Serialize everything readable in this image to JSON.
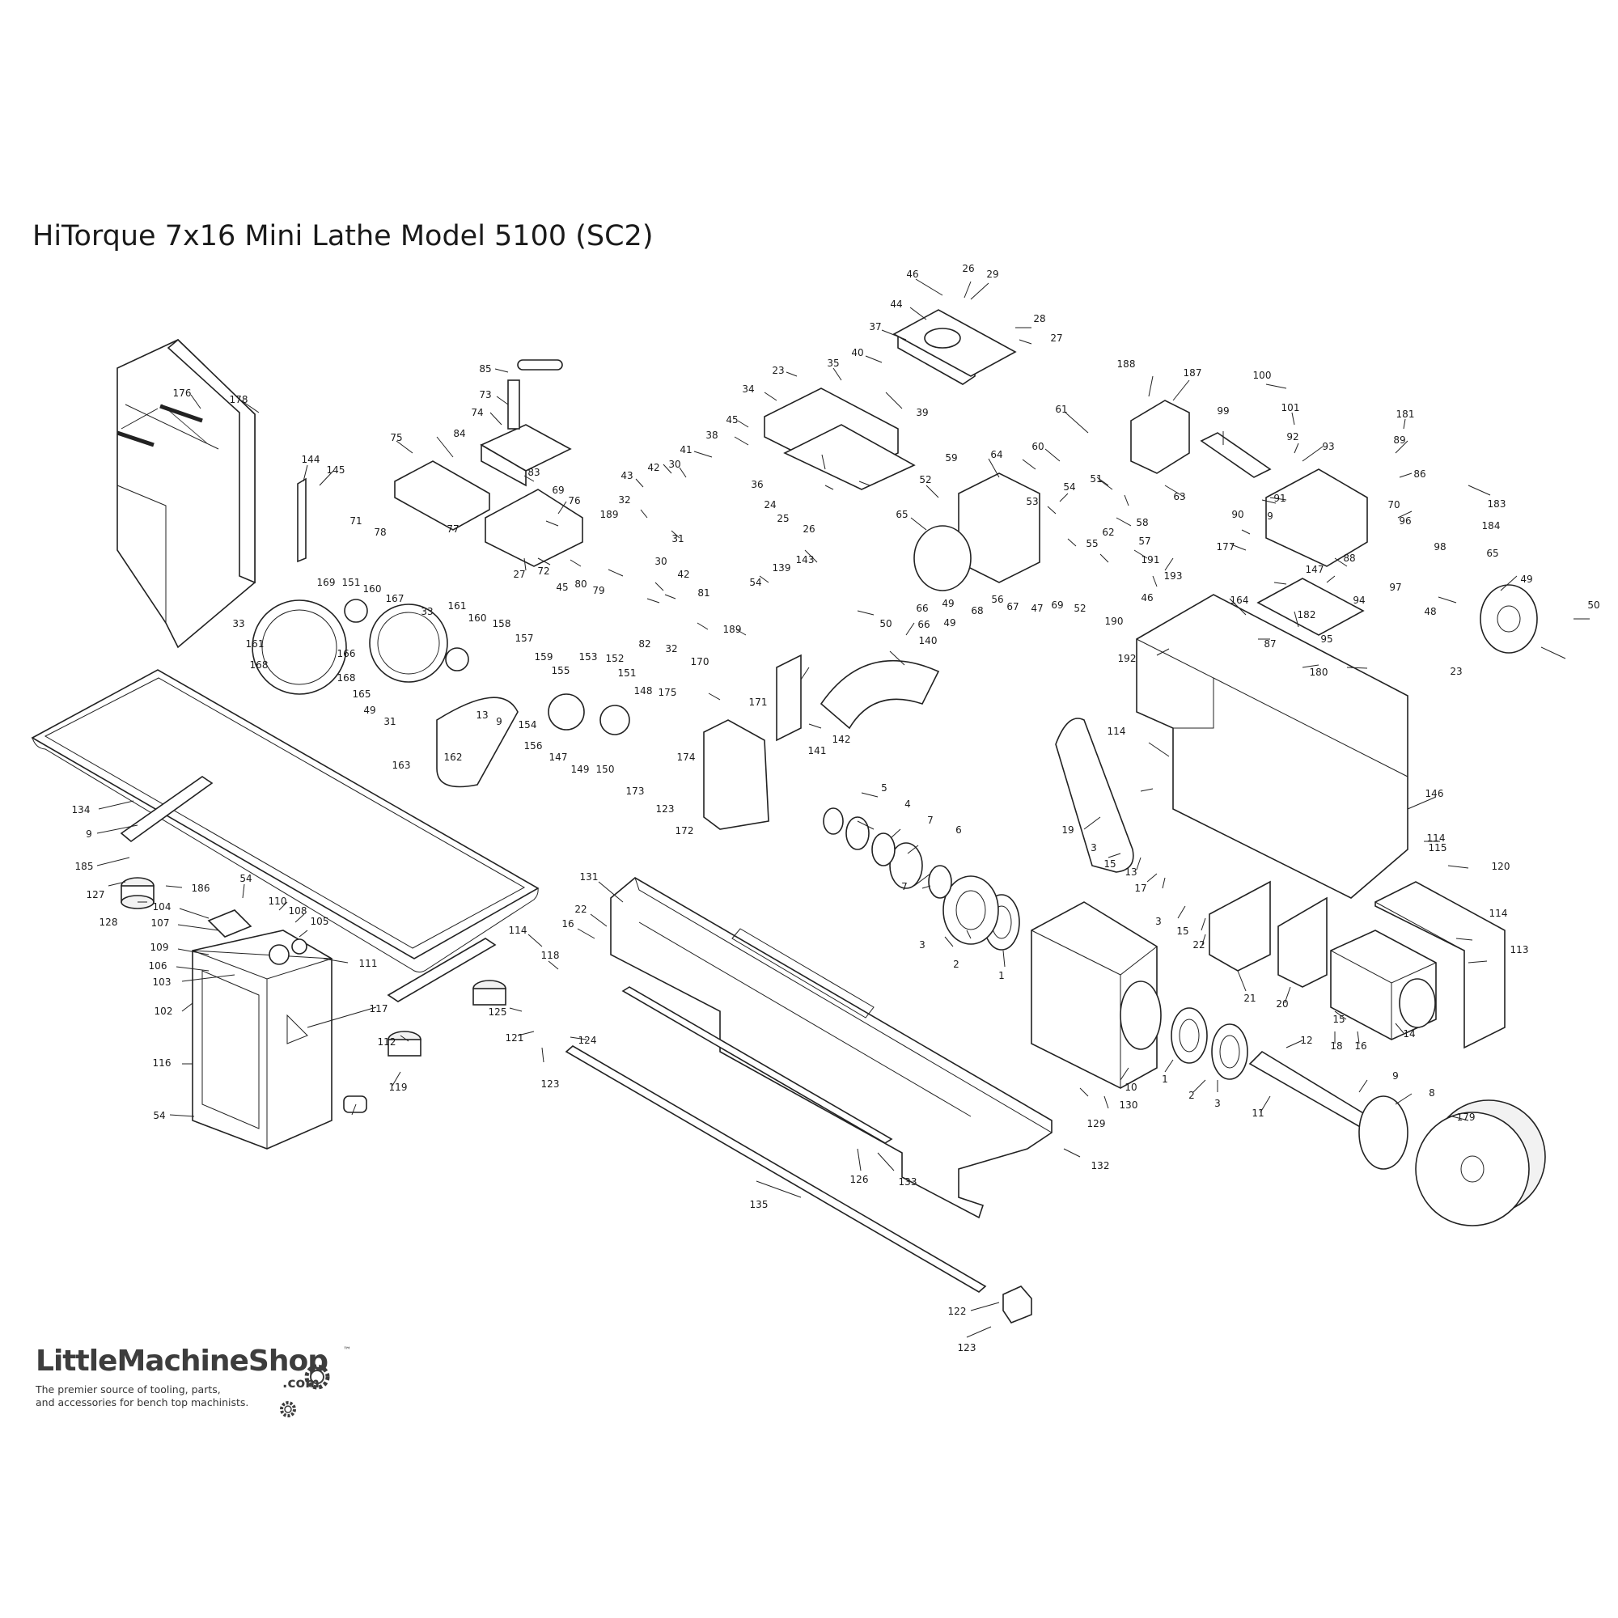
{
  "title": "HiTorque 7x16 Mini Lathe Model 5100 (SC2)",
  "logo": {
    "name": "LittleMachineShop",
    "tm": "™",
    "suffix": ".com",
    "tagline": "The premier source of tooling, parts,\nand accessories for bench top machinists."
  },
  "callouts": [
    {
      "id": "c46a",
      "label": "46"
    },
    {
      "id": "c26a",
      "label": "26"
    },
    {
      "id": "c29",
      "label": "29"
    },
    {
      "id": "c44",
      "label": "44"
    },
    {
      "id": "c28",
      "label": "28"
    },
    {
      "id": "c37",
      "label": "37"
    },
    {
      "id": "c27a",
      "label": "27"
    },
    {
      "id": "c85",
      "label": "85"
    },
    {
      "id": "c35",
      "label": "35"
    },
    {
      "id": "c40",
      "label": "40"
    },
    {
      "id": "c23a",
      "label": "23"
    },
    {
      "id": "c34",
      "label": "34"
    },
    {
      "id": "c73",
      "label": "73"
    },
    {
      "id": "c39",
      "label": "39"
    },
    {
      "id": "c176",
      "label": "176"
    },
    {
      "id": "c178",
      "label": "178"
    },
    {
      "id": "c74",
      "label": "74"
    },
    {
      "id": "c45a",
      "label": "45"
    },
    {
      "id": "c75",
      "label": "75"
    },
    {
      "id": "c84",
      "label": "84"
    },
    {
      "id": "c41",
      "label": "41"
    },
    {
      "id": "c38",
      "label": "38"
    },
    {
      "id": "c36",
      "label": "36"
    },
    {
      "id": "c144",
      "label": "144"
    },
    {
      "id": "c145",
      "label": "145"
    },
    {
      "id": "c83",
      "label": "83"
    },
    {
      "id": "c43",
      "label": "43"
    },
    {
      "id": "c42a",
      "label": "42"
    },
    {
      "id": "c30a",
      "label": "30"
    },
    {
      "id": "c69a",
      "label": "69"
    },
    {
      "id": "c32a",
      "label": "32"
    },
    {
      "id": "c76",
      "label": "76"
    },
    {
      "id": "c24",
      "label": "24"
    },
    {
      "id": "c25",
      "label": "25"
    },
    {
      "id": "c26b",
      "label": "26"
    },
    {
      "id": "c71",
      "label": "71"
    },
    {
      "id": "c78",
      "label": "78"
    },
    {
      "id": "c77",
      "label": "77"
    },
    {
      "id": "c189a",
      "label": "189"
    },
    {
      "id": "c31a",
      "label": "31"
    },
    {
      "id": "c188",
      "label": "188"
    },
    {
      "id": "c187",
      "label": "187"
    },
    {
      "id": "c99",
      "label": "99"
    },
    {
      "id": "c100",
      "label": "100"
    },
    {
      "id": "c101",
      "label": "101"
    },
    {
      "id": "c181",
      "label": "181"
    },
    {
      "id": "c61",
      "label": "61"
    },
    {
      "id": "c92",
      "label": "92"
    },
    {
      "id": "c89",
      "label": "89"
    },
    {
      "id": "c60",
      "label": "60"
    },
    {
      "id": "c93",
      "label": "93"
    },
    {
      "id": "c64",
      "label": "64"
    },
    {
      "id": "c59",
      "label": "59"
    },
    {
      "id": "c86",
      "label": "86"
    },
    {
      "id": "c52a",
      "label": "52"
    },
    {
      "id": "c51",
      "label": "51"
    },
    {
      "id": "c63",
      "label": "63"
    },
    {
      "id": "c183",
      "label": "183"
    },
    {
      "id": "c54a",
      "label": "54"
    },
    {
      "id": "c53",
      "label": "53"
    },
    {
      "id": "c91",
      "label": "91"
    },
    {
      "id": "c70",
      "label": "70"
    },
    {
      "id": "c184",
      "label": "184"
    },
    {
      "id": "c9a",
      "label": "9"
    },
    {
      "id": "c65a",
      "label": "65"
    },
    {
      "id": "c58",
      "label": "58"
    },
    {
      "id": "c90",
      "label": "90"
    },
    {
      "id": "c96",
      "label": "96"
    },
    {
      "id": "c62",
      "label": "62"
    },
    {
      "id": "c57",
      "label": "57"
    },
    {
      "id": "c177",
      "label": "177"
    },
    {
      "id": "c55",
      "label": "55"
    },
    {
      "id": "c147a",
      "label": "147"
    },
    {
      "id": "c88",
      "label": "88"
    },
    {
      "id": "c27b",
      "label": "27"
    },
    {
      "id": "c72",
      "label": "72"
    },
    {
      "id": "c45b",
      "label": "45"
    },
    {
      "id": "c80",
      "label": "80"
    },
    {
      "id": "c79",
      "label": "79"
    },
    {
      "id": "c30b",
      "label": "30"
    },
    {
      "id": "c42b",
      "label": "42"
    },
    {
      "id": "c81",
      "label": "81"
    },
    {
      "id": "c82",
      "label": "82"
    },
    {
      "id": "c32b",
      "label": "32"
    },
    {
      "id": "c189b",
      "label": "189"
    },
    {
      "id": "c143",
      "label": "143"
    },
    {
      "id": "c139",
      "label": "139"
    },
    {
      "id": "c54b",
      "label": "54"
    },
    {
      "id": "c191",
      "label": "191"
    },
    {
      "id": "c193",
      "label": "193"
    },
    {
      "id": "c56",
      "label": "56"
    },
    {
      "id": "c67",
      "label": "67"
    },
    {
      "id": "c47",
      "label": "47"
    },
    {
      "id": "c69b",
      "label": "69"
    },
    {
      "id": "c52b",
      "label": "52"
    },
    {
      "id": "c164",
      "label": "164"
    },
    {
      "id": "c97",
      "label": "97"
    },
    {
      "id": "c98",
      "label": "98"
    },
    {
      "id": "c65b",
      "label": "65"
    },
    {
      "id": "c66a",
      "label": "66"
    },
    {
      "id": "c49a",
      "label": "49"
    },
    {
      "id": "c68",
      "label": "68"
    },
    {
      "id": "c46b",
      "label": "46"
    },
    {
      "id": "c190",
      "label": "190"
    },
    {
      "id": "c94",
      "label": "94"
    },
    {
      "id": "c182",
      "label": "182"
    },
    {
      "id": "c48",
      "label": "48"
    },
    {
      "id": "c49b",
      "label": "49"
    },
    {
      "id": "c50a",
      "label": "50"
    },
    {
      "id": "c169",
      "label": "169"
    },
    {
      "id": "c151a",
      "label": "151"
    },
    {
      "id": "c160a",
      "label": "160"
    },
    {
      "id": "c167",
      "label": "167"
    },
    {
      "id": "c33a",
      "label": "33"
    },
    {
      "id": "c161a",
      "label": "161"
    },
    {
      "id": "c168a",
      "label": "168"
    },
    {
      "id": "c166",
      "label": "166"
    },
    {
      "id": "c33b",
      "label": "33"
    },
    {
      "id": "c161b",
      "label": "161"
    },
    {
      "id": "c160b",
      "label": "160"
    },
    {
      "id": "c158",
      "label": "158"
    },
    {
      "id": "c157",
      "label": "157"
    },
    {
      "id": "c168b",
      "label": "168"
    },
    {
      "id": "c165",
      "label": "165"
    },
    {
      "id": "c49c",
      "label": "49"
    },
    {
      "id": "c31b",
      "label": "31"
    },
    {
      "id": "c13a",
      "label": "13"
    },
    {
      "id": "c9b",
      "label": "9"
    },
    {
      "id": "c159",
      "label": "159"
    },
    {
      "id": "c153",
      "label": "153"
    },
    {
      "id": "c152",
      "label": "152"
    },
    {
      "id": "c155",
      "label": "155"
    },
    {
      "id": "c151b",
      "label": "151"
    },
    {
      "id": "c148",
      "label": "148"
    },
    {
      "id": "c154",
      "label": "154"
    },
    {
      "id": "c156",
      "label": "156"
    },
    {
      "id": "c147b",
      "label": "147"
    },
    {
      "id": "c149",
      "label": "149"
    },
    {
      "id": "c150",
      "label": "150"
    },
    {
      "id": "c170",
      "label": "170"
    },
    {
      "id": "c175",
      "label": "175"
    },
    {
      "id": "c174",
      "label": "174"
    },
    {
      "id": "c171",
      "label": "171"
    },
    {
      "id": "c173",
      "label": "173"
    },
    {
      "id": "c162",
      "label": "162"
    },
    {
      "id": "c163",
      "label": "163"
    },
    {
      "id": "c192",
      "label": "192"
    },
    {
      "id": "c50b",
      "label": "50"
    },
    {
      "id": "c66b",
      "label": "66"
    },
    {
      "id": "c49d",
      "label": "49"
    },
    {
      "id": "c140",
      "label": "140"
    },
    {
      "id": "c141",
      "label": "141"
    },
    {
      "id": "c142",
      "label": "142"
    },
    {
      "id": "c87",
      "label": "87"
    },
    {
      "id": "c95",
      "label": "95"
    },
    {
      "id": "c23b",
      "label": "23"
    },
    {
      "id": "c180",
      "label": "180"
    },
    {
      "id": "c114a",
      "label": "114"
    },
    {
      "id": "c134",
      "label": "134"
    },
    {
      "id": "c9c",
      "label": "9"
    },
    {
      "id": "c185",
      "label": "185"
    },
    {
      "id": "c127",
      "label": "127"
    },
    {
      "id": "c186",
      "label": "186"
    },
    {
      "id": "c128",
      "label": "128"
    },
    {
      "id": "c54c",
      "label": "54"
    },
    {
      "id": "c104",
      "label": "104"
    },
    {
      "id": "c110",
      "label": "110"
    },
    {
      "id": "c107",
      "label": "107"
    },
    {
      "id": "c108",
      "label": "108"
    },
    {
      "id": "c105",
      "label": "105"
    },
    {
      "id": "c109",
      "label": "109"
    },
    {
      "id": "c106",
      "label": "106"
    },
    {
      "id": "c103",
      "label": "103"
    },
    {
      "id": "c111",
      "label": "111"
    },
    {
      "id": "c102",
      "label": "102"
    },
    {
      "id": "c116",
      "label": "116"
    },
    {
      "id": "c117",
      "label": "117"
    },
    {
      "id": "c112",
      "label": "112"
    },
    {
      "id": "c119",
      "label": "119"
    },
    {
      "id": "c54d",
      "label": "54"
    },
    {
      "id": "c123a",
      "label": "123"
    },
    {
      "id": "c172",
      "label": "172"
    },
    {
      "id": "c5",
      "label": "5"
    },
    {
      "id": "c4",
      "label": "4"
    },
    {
      "id": "c7a",
      "label": "7"
    },
    {
      "id": "c6",
      "label": "6"
    },
    {
      "id": "c7b",
      "label": "7"
    },
    {
      "id": "c3a",
      "label": "3"
    },
    {
      "id": "c2a",
      "label": "2"
    },
    {
      "id": "c1a",
      "label": "1"
    },
    {
      "id": "c19",
      "label": "19"
    },
    {
      "id": "c3b",
      "label": "3"
    },
    {
      "id": "c15a",
      "label": "15"
    },
    {
      "id": "c13b",
      "label": "13"
    },
    {
      "id": "c17",
      "label": "17"
    },
    {
      "id": "c146",
      "label": "146"
    },
    {
      "id": "c114b",
      "label": "114"
    },
    {
      "id": "c115",
      "label": "115"
    },
    {
      "id": "c120",
      "label": "120"
    },
    {
      "id": "c3c",
      "label": "3"
    },
    {
      "id": "c15b",
      "label": "15"
    },
    {
      "id": "c22a",
      "label": "22"
    },
    {
      "id": "c21",
      "label": "21"
    },
    {
      "id": "c20",
      "label": "20"
    },
    {
      "id": "c114c",
      "label": "114"
    },
    {
      "id": "c113",
      "label": "113"
    },
    {
      "id": "c15c",
      "label": "15"
    },
    {
      "id": "c18",
      "label": "18"
    },
    {
      "id": "c16a",
      "label": "16"
    },
    {
      "id": "c14",
      "label": "14"
    },
    {
      "id": "c131",
      "label": "131"
    },
    {
      "id": "c22b",
      "label": "22"
    },
    {
      "id": "c16b",
      "label": "16"
    },
    {
      "id": "c114d",
      "label": "114"
    },
    {
      "id": "c118",
      "label": "118"
    },
    {
      "id": "c125",
      "label": "125"
    },
    {
      "id": "c124",
      "label": "124"
    },
    {
      "id": "c121",
      "label": "121"
    },
    {
      "id": "c123b",
      "label": "123"
    },
    {
      "id": "c10",
      "label": "10"
    },
    {
      "id": "c1b",
      "label": "1"
    },
    {
      "id": "c2b",
      "label": "2"
    },
    {
      "id": "c3d",
      "label": "3"
    },
    {
      "id": "c12",
      "label": "12"
    },
    {
      "id": "c11",
      "label": "11"
    },
    {
      "id": "c9d",
      "label": "9"
    },
    {
      "id": "c8",
      "label": "8"
    },
    {
      "id": "c179",
      "label": "179"
    },
    {
      "id": "c129",
      "label": "129"
    },
    {
      "id": "c130",
      "label": "130"
    },
    {
      "id": "c132",
      "label": "132"
    },
    {
      "id": "c126",
      "label": "126"
    },
    {
      "id": "c133",
      "label": "133"
    },
    {
      "id": "c135",
      "label": "135"
    },
    {
      "id": "c122",
      "label": "122"
    },
    {
      "id": "c123c",
      "label": "123"
    }
  ]
}
